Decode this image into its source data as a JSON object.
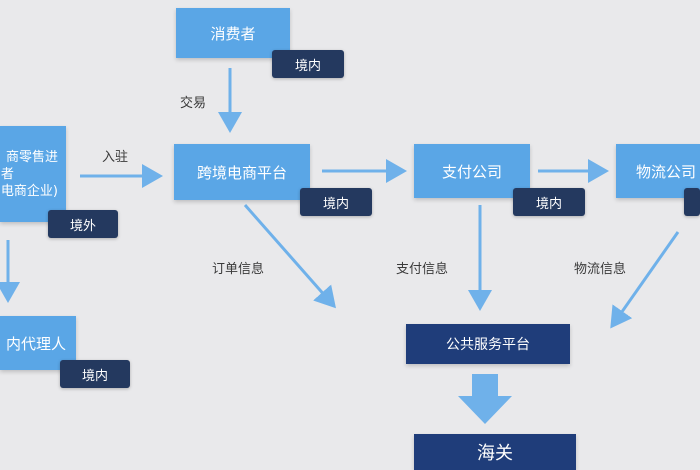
{
  "colors": {
    "box_light": "#5aa6e6",
    "box_dark": "#1f3d7a",
    "tag": "#24395f",
    "arrow": "#6fb1ea",
    "background": "#e9e9eb"
  },
  "nodes": {
    "consumer": {
      "label": "消费者",
      "tag": "境内"
    },
    "platform": {
      "label": "跨境电商平台",
      "tag": "境内"
    },
    "payment": {
      "label": "支付公司",
      "tag": "境内"
    },
    "logistics": {
      "label": "物流公司",
      "tag": ""
    },
    "seller": {
      "line1": "商零售进",
      "line2": "者",
      "line3": "电商企业)",
      "tag": "境外"
    },
    "agent": {
      "label": "内代理人",
      "tag": "境内"
    },
    "public_platform": {
      "label": "公共服务平台"
    },
    "customs": {
      "label": "海关"
    }
  },
  "edges": {
    "trade": "交易",
    "settle_in": "入驻",
    "order_info": "订单信息",
    "payment_info": "支付信息",
    "logistics_info": "物流信息"
  }
}
